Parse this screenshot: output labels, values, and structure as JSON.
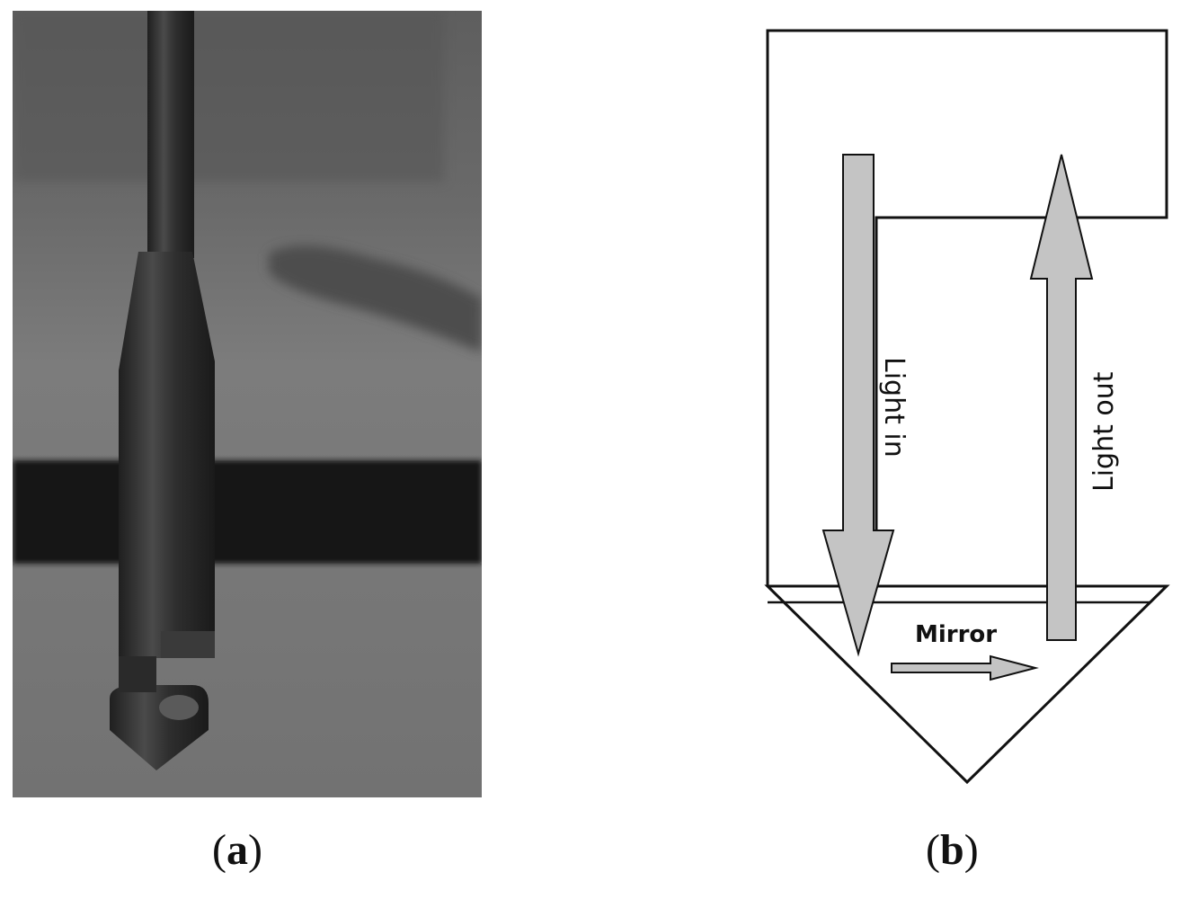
{
  "panels": {
    "a": {
      "caption_letter": "a",
      "caption_open": "(",
      "caption_close": ")"
    },
    "b": {
      "caption_letter": "b",
      "caption_open": "(",
      "caption_close": ")"
    }
  },
  "diagram": {
    "light_in_label": "Light in",
    "light_out_label": "Light out",
    "mirror_label": "Mirror",
    "colors": {
      "arrow_fill": "#c4c4c4",
      "outline": "#111111",
      "background": "#ffffff"
    }
  },
  "photo": {
    "colors": {
      "background": "#6f6f6f",
      "probe": "#2b2b2b",
      "band": "#121212"
    }
  }
}
